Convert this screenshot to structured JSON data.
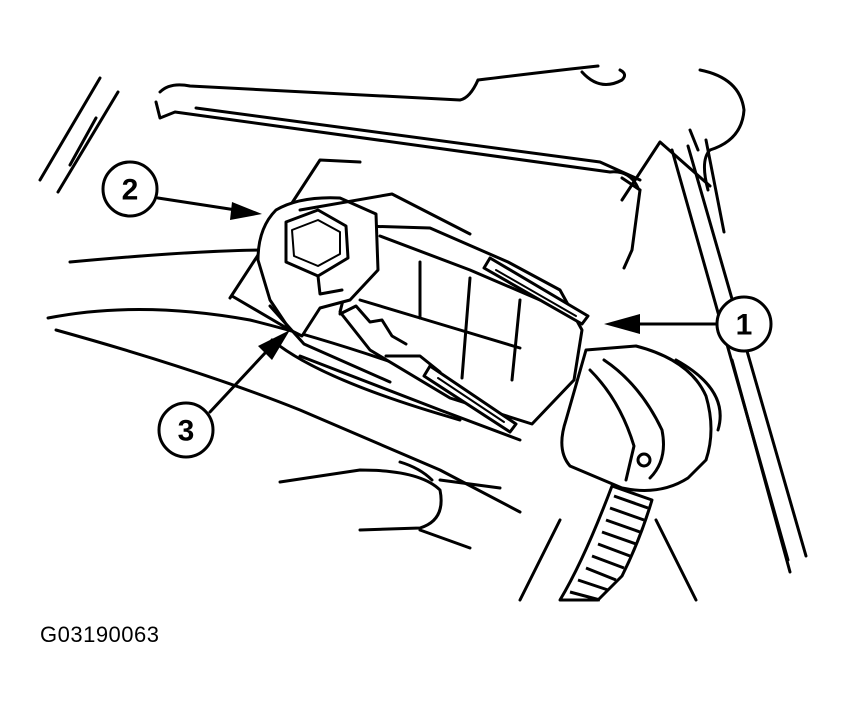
{
  "callouts": [
    {
      "id": "1",
      "label": "1"
    },
    {
      "id": "2",
      "label": "2"
    },
    {
      "id": "3",
      "label": "3"
    }
  ],
  "figure_code": "G03190063"
}
